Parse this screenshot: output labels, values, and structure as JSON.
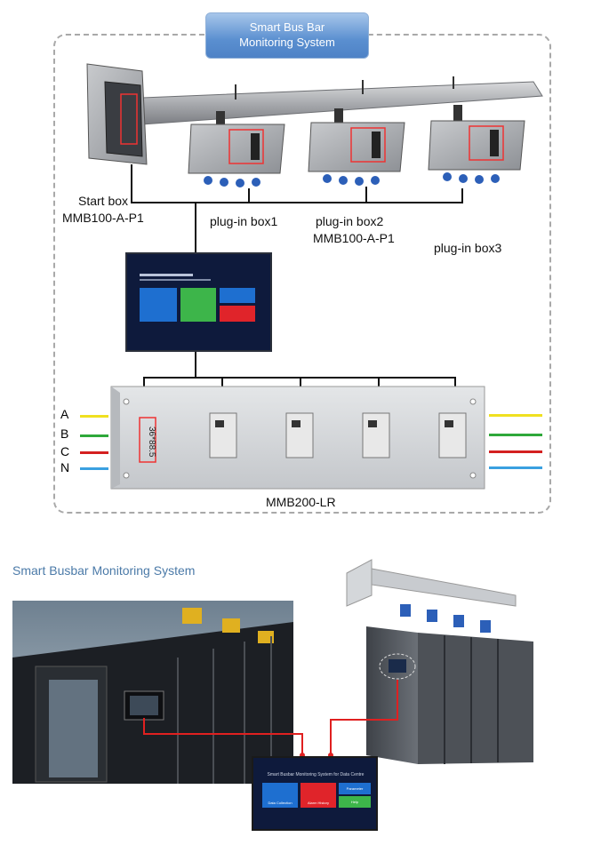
{
  "diagram": {
    "title_line1": "Smart Bus Bar",
    "title_line2": "Monitoring System",
    "start_box_label": "Start box",
    "start_box_model": "MMB100-A-P1",
    "plugin_box1": "plug-in box1",
    "plugin_box2": "plug-in box2",
    "plugin_box2_model": "MMB100-A-P1",
    "plugin_box3": "plug-in box3",
    "panel_model": "MMB200-LR",
    "phases": [
      {
        "name": "A",
        "color": "#f0e020"
      },
      {
        "name": "B",
        "color": "#2ea83a"
      },
      {
        "name": "C",
        "color": "#d42020"
      },
      {
        "name": "N",
        "color": "#3aa0e0"
      }
    ]
  },
  "photo_section": {
    "title": "Smart Busbar Monitoring System",
    "screen_title": "Smart Busbar Monitoring System for Data Centre",
    "tiles": [
      "Data Collection",
      "Alarm History",
      "Parameter",
      "Help"
    ]
  }
}
